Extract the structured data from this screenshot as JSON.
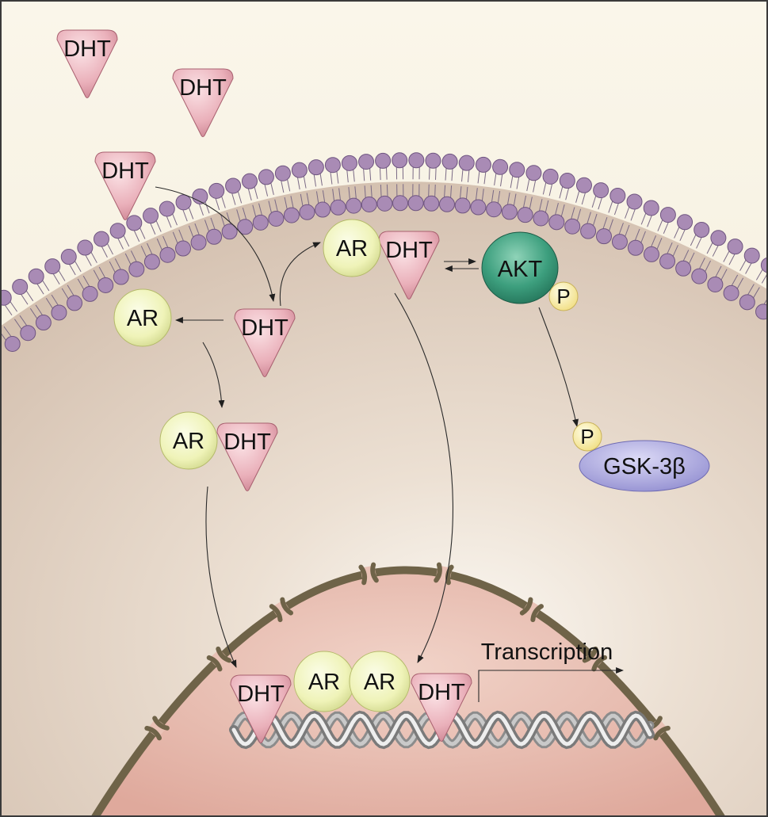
{
  "labels": {
    "dht": "DHT",
    "ar": "AR",
    "akt": "AKT",
    "phospho": "P",
    "gsk": "GSK-3β",
    "transcription": "Transcription"
  },
  "colors": {
    "extracellular": "#f8f3e7",
    "cytoplasm": "#d8c8b8",
    "nucleus": "#e2b5a8",
    "nuclear_envelope": "#6f6348",
    "membrane_head": "#a98bb5",
    "dht": "#e8a8b2",
    "ar": "#eef2b0",
    "akt": "#2f8f6e",
    "phospho": "#f8f0a0",
    "gsk": "#a9a6dc",
    "dna": "#9a9a9a"
  }
}
